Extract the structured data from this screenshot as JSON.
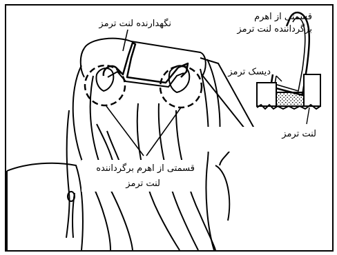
{
  "labels": {
    "brake_shoe_retainer": "نگهدارنده لنت ترمز",
    "return_lever_part_line1": "قسمتی از اهرم",
    "return_lever_part_line2": "برگرداننده لنت ترمز",
    "brake_disc": "دیسک ترمز",
    "brake_shoe": "لنت ترمز",
    "return_lever_main_line1": "قسمتی از اهرم برگرداننده",
    "return_lever_main_line2": "لنت ترمز"
  },
  "colors": {
    "ink": "#000000",
    "paper": "#ffffff",
    "pad_stipple": "#000000"
  }
}
